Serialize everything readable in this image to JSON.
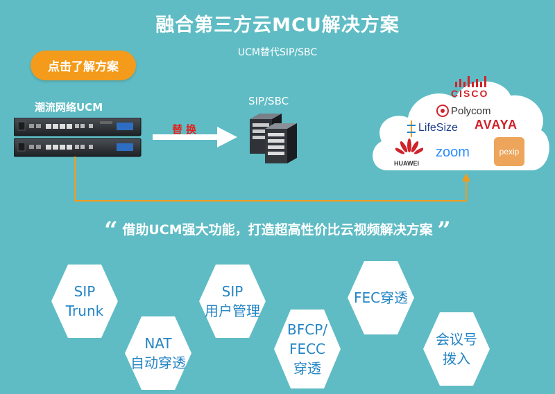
{
  "header": {
    "title": "融合第三方云MCU解决方案",
    "subtitle": "UCM替代SIP/SBC"
  },
  "cta": {
    "label": "点击了解方案"
  },
  "ucm": {
    "label": "潮流网络UCM"
  },
  "sip_sbc": {
    "label": "SIP/SBC"
  },
  "replace": {
    "label": "替换"
  },
  "cloud": {
    "brands": {
      "cisco": "CISCO",
      "polycom": "Polycom",
      "lifesize": "LifeSize",
      "avaya": "AVAYA",
      "huawei": "HUAWEI",
      "zoom": "zoom",
      "pexip": "pexip"
    }
  },
  "slogan": {
    "open": "“",
    "text": "借助UCM强大功能，打造超高性价比云视频解决方案",
    "close": "”"
  },
  "features": [
    "SIP\nTrunk",
    "NAT\n自动穿透",
    "SIP\n用户管理",
    "BFCP/\nFECC\n穿透",
    "FEC穿透",
    "会议号\n拨入"
  ],
  "colors": {
    "background": "#5fbcc4",
    "accent_orange": "#f49b1b",
    "replace_red": "#e2211c",
    "feature_text": "#2585c5"
  }
}
